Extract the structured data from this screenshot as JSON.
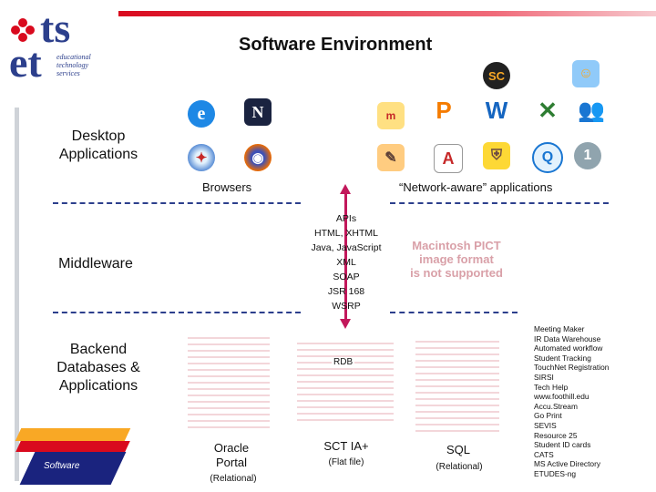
{
  "header": {
    "title": "Software Environment"
  },
  "logo": {
    "letters_top": "ts",
    "letters_bottom": "et",
    "tagline": [
      "educational",
      "technology",
      "services"
    ]
  },
  "layers": {
    "desktop": "Desktop Applications",
    "middleware": "Middleware",
    "backend": "Backend Databases & Applications"
  },
  "desktop": {
    "browsers_label": "Browsers",
    "network_label": "“Network-aware” applications",
    "icons": [
      "ie-icon",
      "netscape-icon",
      "safari-icon",
      "firefox-icon",
      "outlook-icon",
      "pagemaker-icon",
      "word-icon",
      "spreadsheet-icon",
      "messenger-icon",
      "photo-icon",
      "acrobat-icon",
      "security-icon",
      "quicktime-icon",
      "update-icon",
      "sc-icon",
      "user-icon"
    ]
  },
  "middleware": {
    "protocols": [
      "APIs",
      "HTML, XHTML",
      "Java, JavaScript",
      "XML",
      "SOAP",
      "JSR 168",
      "WSRP"
    ],
    "pict_placeholder": [
      "Macintosh PICT",
      "image format",
      "is not supported"
    ]
  },
  "backend": {
    "rdb": "RDB",
    "oracle": {
      "name": "Oracle Portal",
      "type": "(Relational)"
    },
    "sct": {
      "name": "SCT IA+",
      "type": "(Flat file)"
    },
    "sql": {
      "name": "SQL",
      "type": "(Relational)"
    },
    "software_badge": "Software",
    "applications": [
      "Meeting Maker",
      "IR Data Warehouse",
      "Automated workflow",
      "Student Tracking",
      "TouchNet Registration",
      "SIRSI",
      "Tech Help",
      "www.foothill.edu",
      "Accu.Stream",
      "Go Print",
      "SEVIS",
      "Resource 25",
      "Student ID cards",
      "CATS",
      "MS Active Directory",
      "ETUDES-ng"
    ]
  },
  "colors": {
    "accent_red": "#d90a1e",
    "navy": "#2c3f8c",
    "arrow": "#c2185b"
  }
}
